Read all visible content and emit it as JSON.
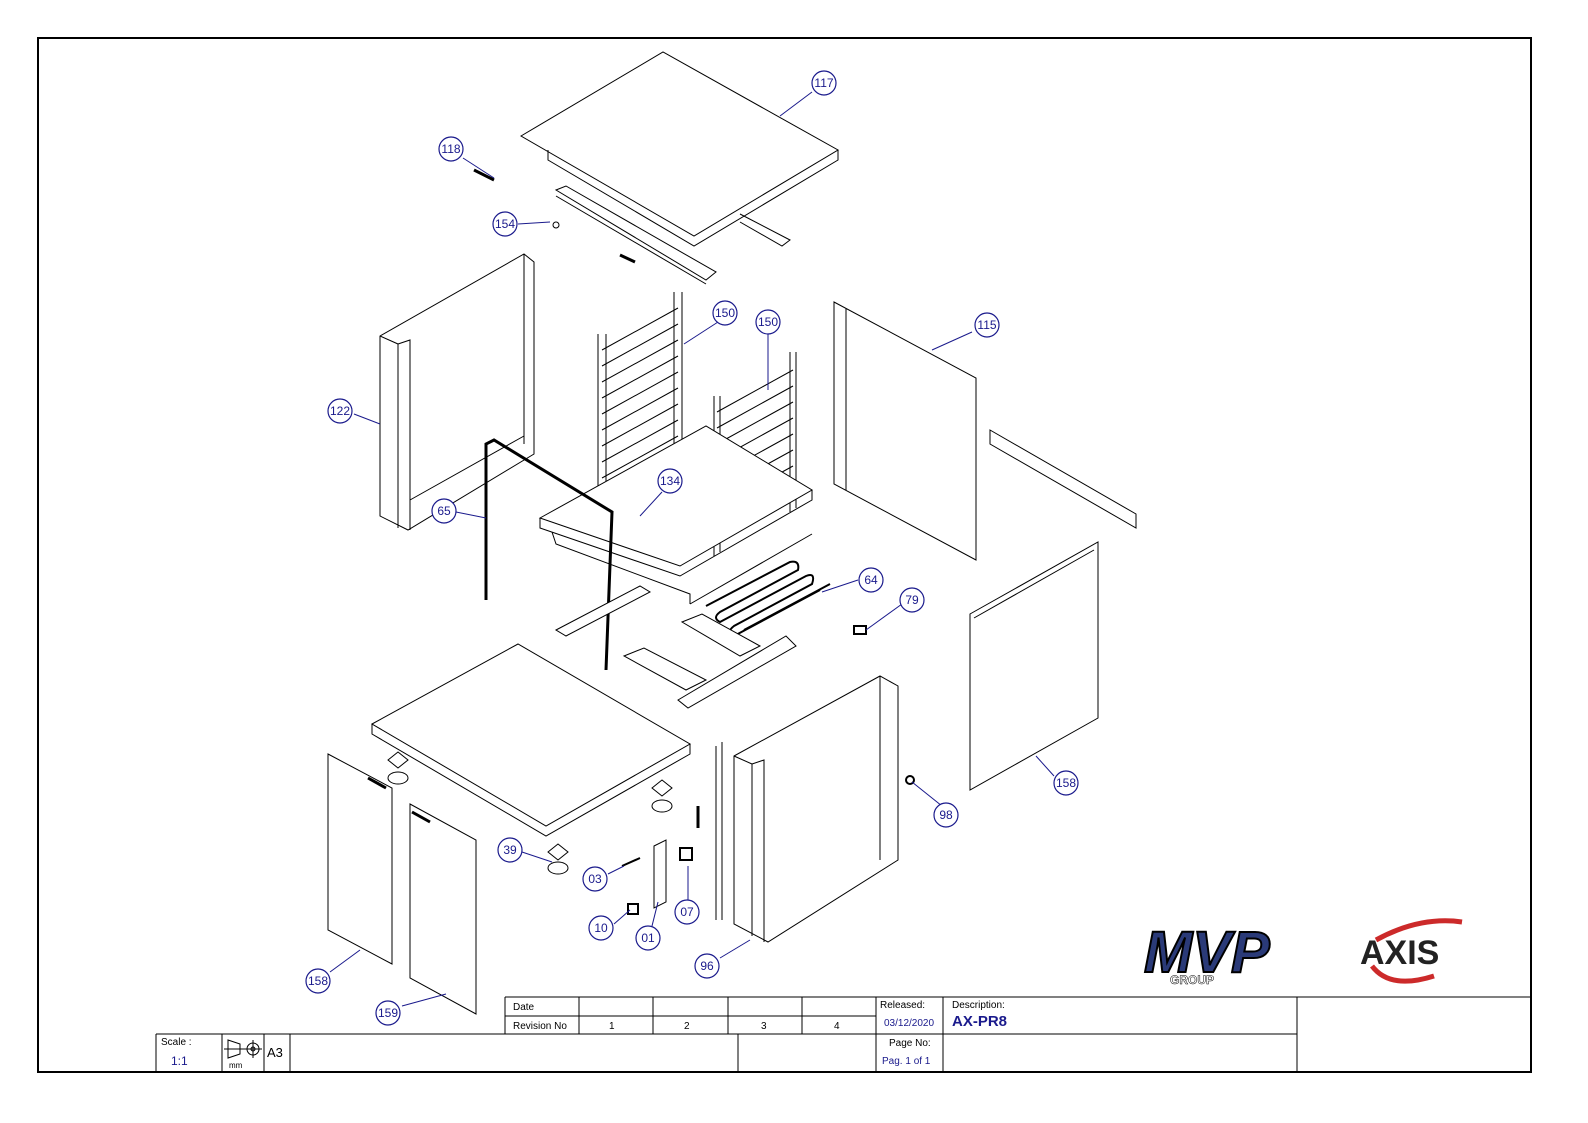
{
  "callouts": [
    {
      "id": "117",
      "label": "117"
    },
    {
      "id": "118",
      "label": "118"
    },
    {
      "id": "154",
      "label": "154"
    },
    {
      "id": "150a",
      "label": "150"
    },
    {
      "id": "150b",
      "label": "150"
    },
    {
      "id": "115",
      "label": "115"
    },
    {
      "id": "122",
      "label": "122"
    },
    {
      "id": "134",
      "label": "134"
    },
    {
      "id": "65",
      "label": "65"
    },
    {
      "id": "64",
      "label": "64"
    },
    {
      "id": "79",
      "label": "79"
    },
    {
      "id": "158a",
      "label": "158"
    },
    {
      "id": "98",
      "label": "98"
    },
    {
      "id": "39",
      "label": "39"
    },
    {
      "id": "03",
      "label": "03"
    },
    {
      "id": "07",
      "label": "07"
    },
    {
      "id": "10",
      "label": "10"
    },
    {
      "id": "01",
      "label": "01"
    },
    {
      "id": "96",
      "label": "96"
    },
    {
      "id": "158b",
      "label": "158"
    },
    {
      "id": "159",
      "label": "159"
    }
  ],
  "titleblock": {
    "date_label": "Date",
    "revision_label": "Revision No",
    "revisions": [
      "1",
      "2",
      "3",
      "4"
    ],
    "released_label": "Released:",
    "released_date": "03/12/2020",
    "description_label": "Description:",
    "description": "AX-PR8",
    "page_label": "Page No:",
    "page_value": "Pag. 1 of 1",
    "scale_label": "Scale :",
    "scale_value": "1:1",
    "units": "mm",
    "paper_size": "A3"
  },
  "logos": {
    "mvp_text": "MVP",
    "mvp_sub": "GROUP",
    "axis_text": "AXIS",
    "mvp_color": "#2a3a78",
    "axis_color": "#cc2a2a"
  },
  "colors": {
    "callout": "#1a1a8c",
    "line": "#000000"
  }
}
